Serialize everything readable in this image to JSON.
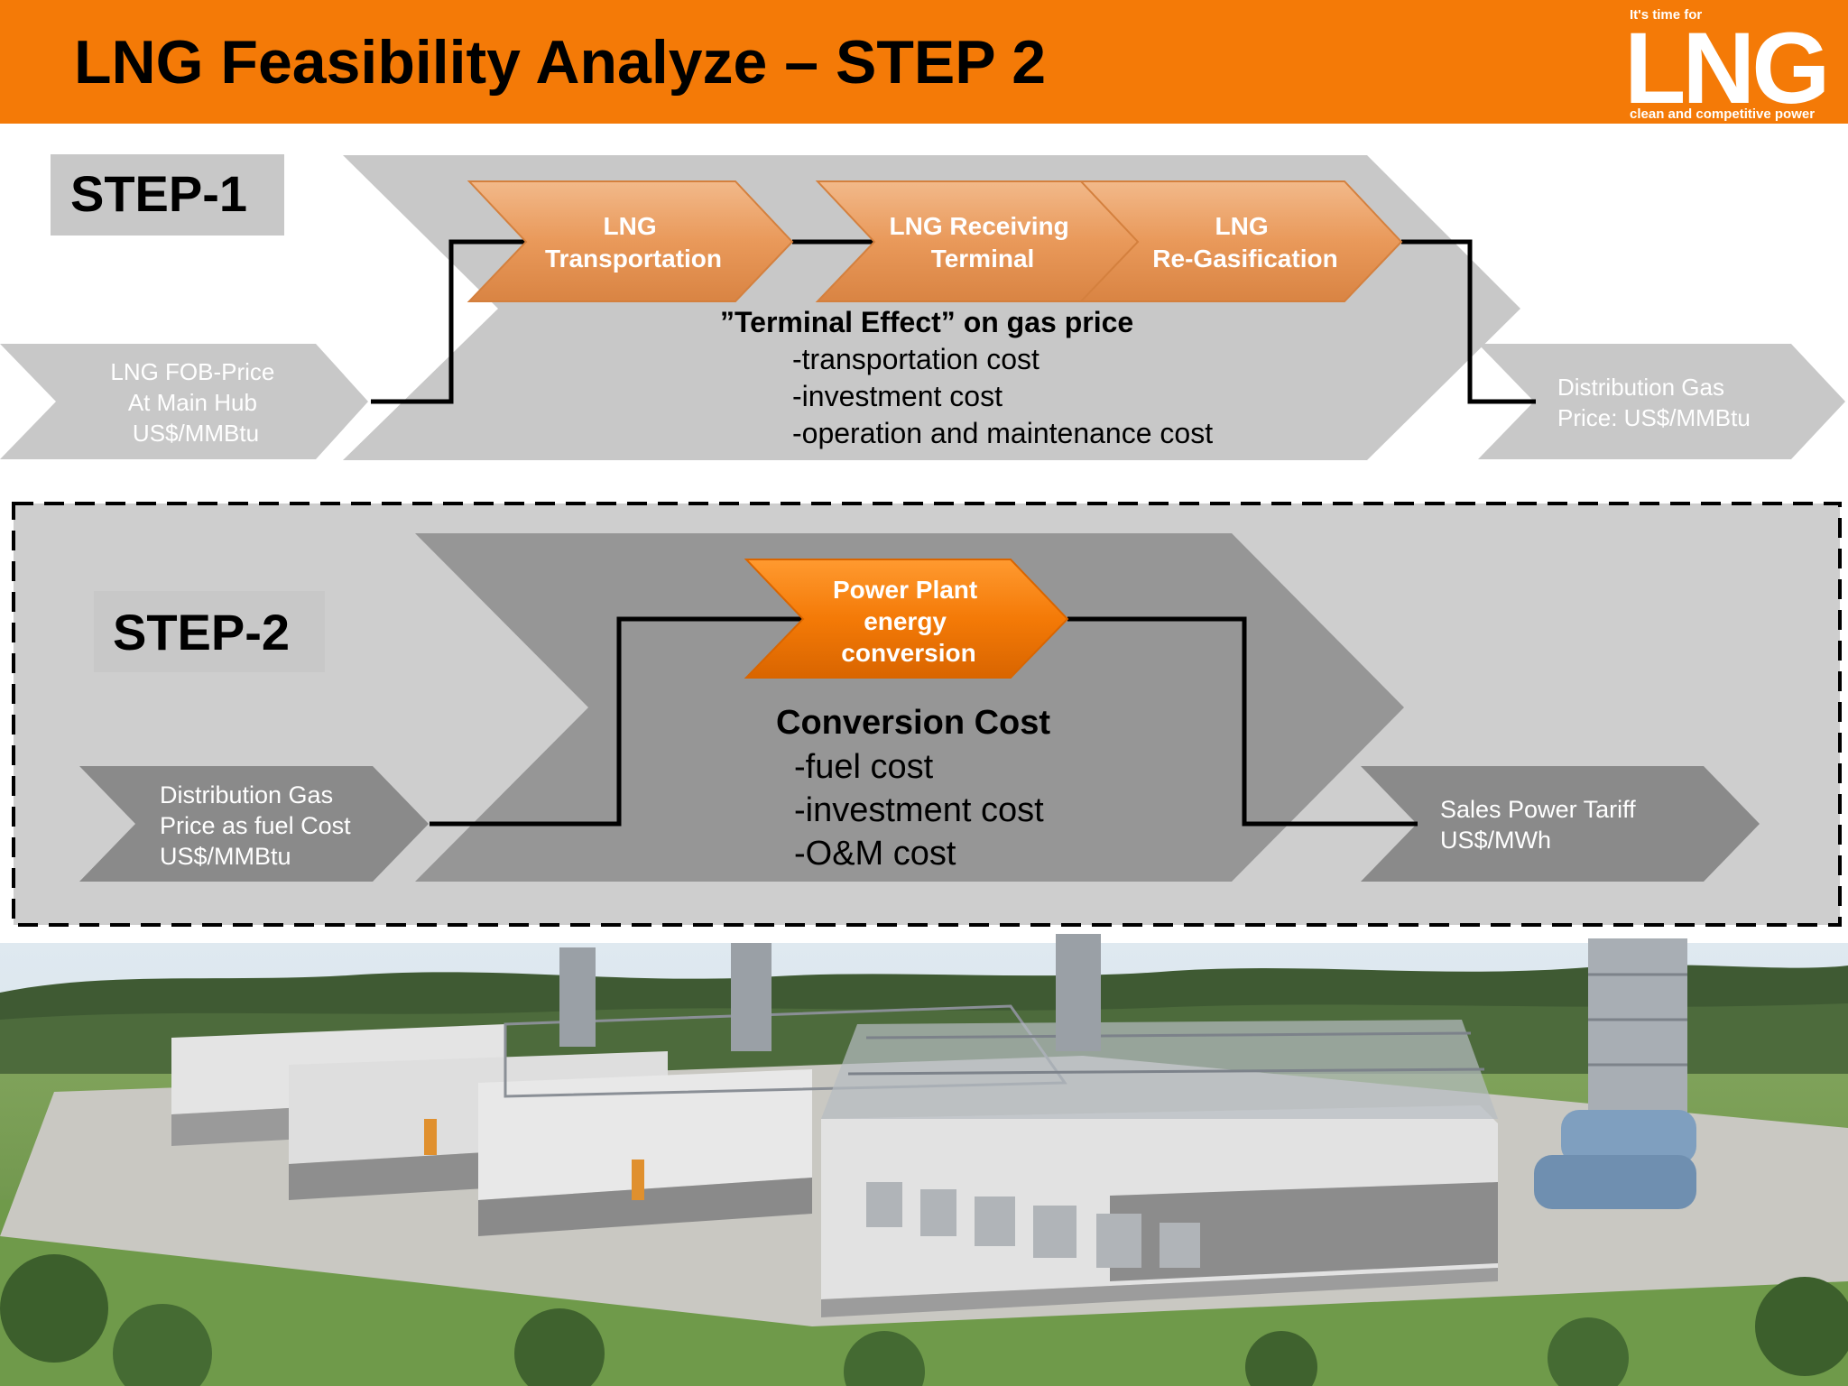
{
  "header": {
    "title": "LNG Feasibility Analyze – STEP 2",
    "logo_tagline": "It's time for",
    "logo_text": "LNG",
    "logo_subtitle": "clean and competitive power",
    "color": "#f47a07"
  },
  "step1": {
    "label": "STEP-1",
    "input": [
      "LNG FOB-Price",
      "At  Main Hub",
      "US$/MMBtu"
    ],
    "stages": [
      [
        "LNG",
        "Transportation"
      ],
      [
        "LNG Receiving",
        "Terminal"
      ],
      [
        "LNG",
        "Re-Gasification"
      ]
    ],
    "effect_title": "”Terminal Effect” on gas price",
    "effect_items": [
      "-transportation cost",
      "-investment cost",
      "-operation and maintenance cost"
    ],
    "output": [
      "Distribution Gas",
      "Price: US$/MMBtu"
    ]
  },
  "step2": {
    "label": "STEP-2",
    "input": [
      "Distribution Gas",
      "Price as fuel Cost",
      "US$/MMBtu"
    ],
    "stage": [
      "Power Plant",
      "energy",
      "conversion"
    ],
    "cost_title": "Conversion Cost",
    "cost_items": [
      "-fuel cost",
      "-investment cost",
      "-O&M cost"
    ],
    "output": [
      "Sales Power Tariff",
      "US$/MWh"
    ]
  },
  "photo": {
    "subject": "power plant illustration"
  },
  "colors": {
    "accent": "#f47a07",
    "stage_fill": "#eba066",
    "gray_light": "#c8c8c8",
    "gray_dark": "#8f8f8f"
  }
}
